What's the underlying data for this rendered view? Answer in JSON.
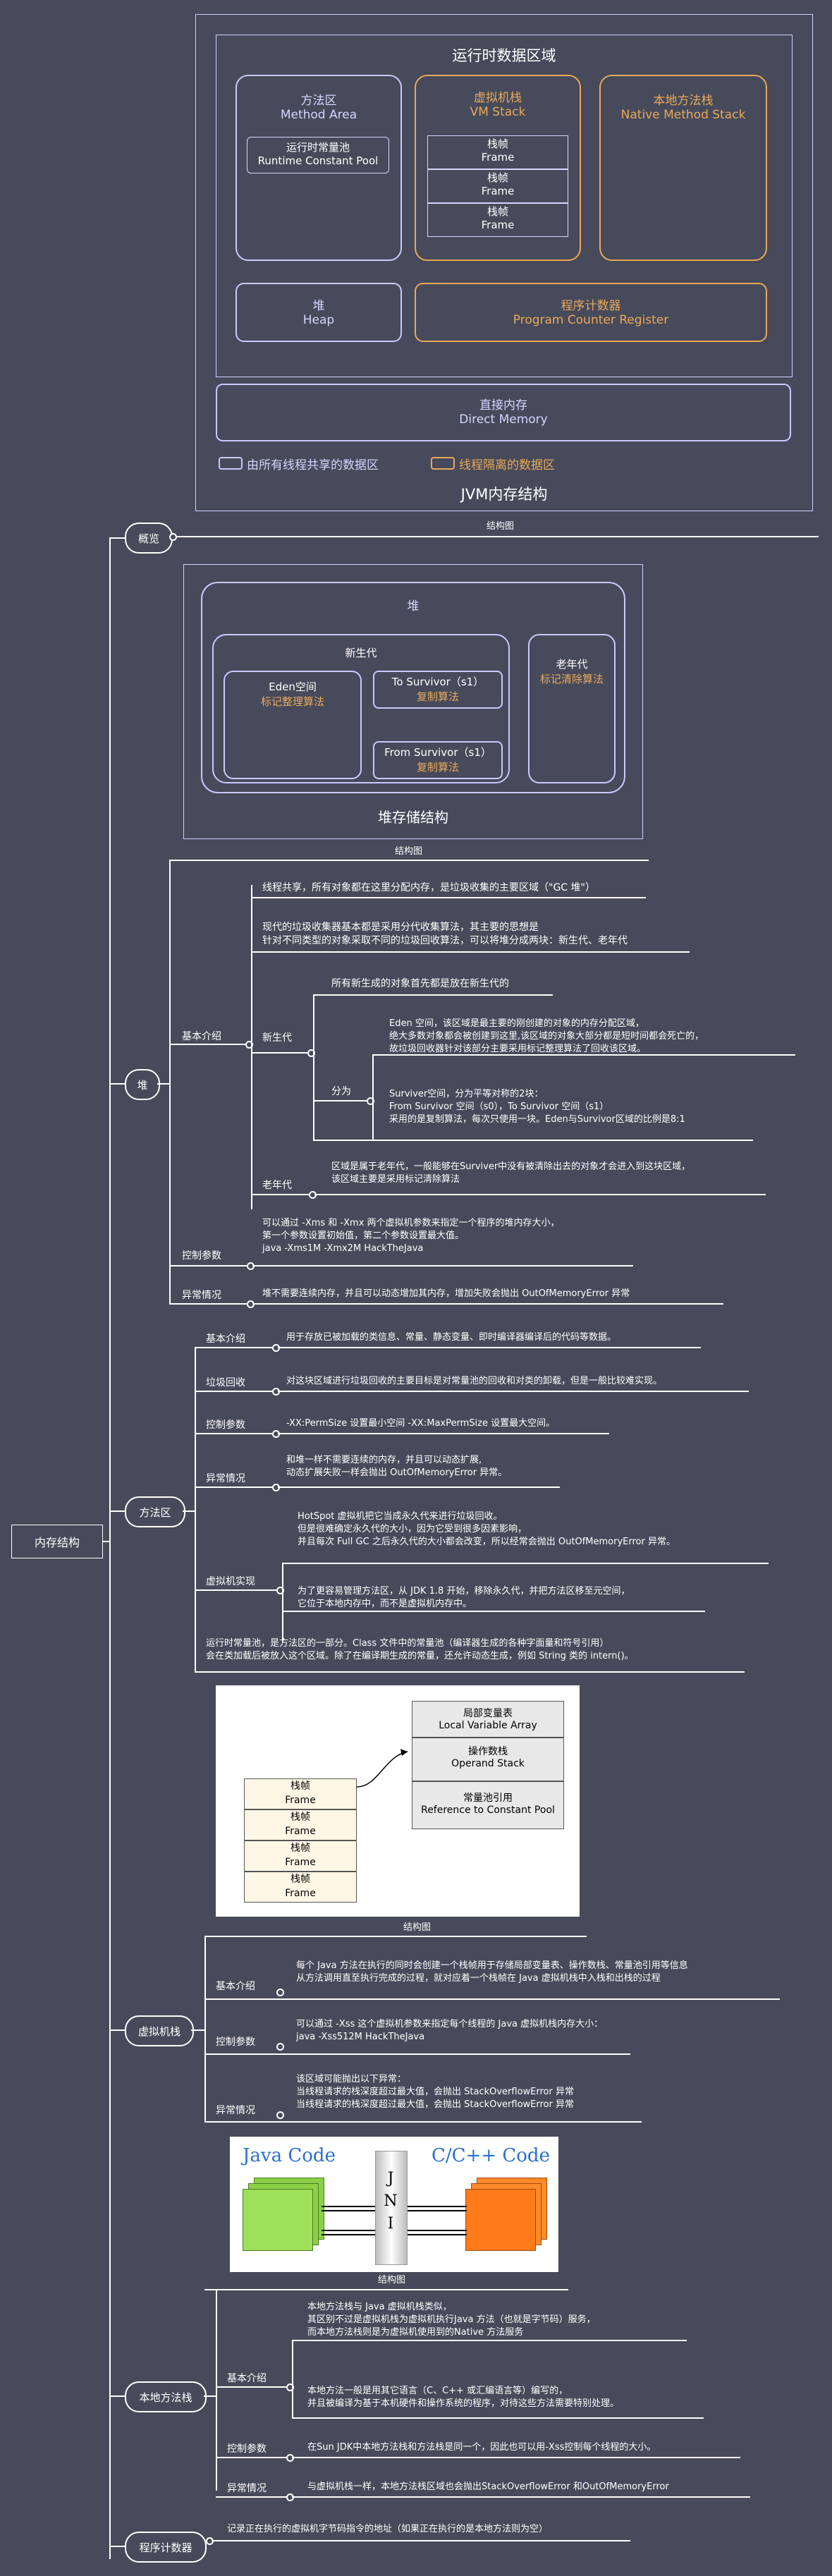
{
  "jvm_diagram": {
    "title": "运行时数据区域",
    "method_area": "方法区",
    "method_area_en": "Method Area",
    "runtime_constant_pool": "运行时常量池",
    "runtime_constant_pool_en": "Runtime Constant Pool",
    "vm_stack": "虚拟机栈",
    "vm_stack_en": "VM Stack",
    "frame_cn": "栈帧",
    "frame_en": "Frame",
    "native_stack": "本地方法栈",
    "native_stack_en": "Native Method Stack",
    "heap": "堆",
    "heap_en": "Heap",
    "pc": "程序计数器",
    "pc_en": "Program Counter Register",
    "direct_memory": "直接内存",
    "direct_memory_en": "Direct Memory",
    "legend_shared": "由所有线程共享的数据区",
    "legend_isolated": "线程隔离的数据区",
    "caption": "JVM内存结构"
  },
  "heap_diagram": {
    "heap": "堆",
    "young": "新生代",
    "eden": "Eden空间",
    "eden_algo": "标记整理算法",
    "to_survivor": "To Survivor（s1）",
    "from_survivor": "From Survivor（s1）",
    "copy_algo": "复制算法",
    "old": "老年代",
    "old_algo": "标记清除算法",
    "caption": "堆存储结构"
  },
  "stack_diagram": {
    "frame_cn": "栈帧",
    "frame_en": "Frame",
    "local_var": "局部变量表",
    "local_var_en": "Local Variable Array",
    "operand": "操作数栈",
    "operand_en": "Operand Stack",
    "const_ref": "常量池引用",
    "const_ref_en": "Reference to Constant Pool"
  },
  "jni_diagram": {
    "java_code": "Java Code",
    "c_code": "C/C++ Code",
    "jni": "J\nN\nI"
  },
  "tree": {
    "root": "内存结构",
    "overview": "概览",
    "heap": "堆",
    "method_area": "方法区",
    "vm_stack": "虚拟机栈",
    "native_stack": "本地方法栈",
    "pc": "程序计数器",
    "struct_label": "结构图",
    "basic_intro": "基本介绍",
    "control_params": "控制参数",
    "exception": "异常情况",
    "gc": "垃圾回收",
    "vm_impl": "虚拟机实现",
    "young": "新生代",
    "old": "老年代",
    "split": "分为"
  },
  "texts": {
    "heap_1": "线程共享，所有对象都在这里分配内存，是垃圾收集的主要区域（\"GC 堆\"）",
    "heap_2": "现代的垃圾收集器基本都是采用分代收集算法，其主要的思想是\n针对不同类型的对象采取不同的垃圾回收算法，可以将堆分成两块：新生代、老年代",
    "young_1": "所有新生成的对象首先都是放在新生代的",
    "eden": "Eden 空间，该区域是最主要的刚创建的对象的内存分配区域，\n绝大多数对象都会被创建到这里,该区域的对象大部分都是短时间都会死亡的，\n故垃圾回收器针对该部分主要采用标记整理算法了回收该区域。",
    "survivor": "Surviver空间，分为平等对称的2块：\nFrom Survivor 空间（s0），To Survivor 空间（s1）\n采用的是复制算法，每次只使用一块。Eden与Survivor区域的比例是8:1",
    "old": "区域是属于老年代，一般能够在Surviver中没有被清除出去的对象才会进入到这块区域，\n该区域主要是采用标记清除算法",
    "heap_params": "可以通过 -Xms 和 -Xmx 两个虚拟机参数来指定一个程序的堆内存大小，\n第一个参数设置初始值，第二个参数设置最大值。\njava -Xms1M -Xmx2M HackTheJava",
    "heap_exc": "堆不需要连续内存，并且可以动态增加其内存，增加失败会抛出 OutOfMemoryError 异常",
    "ma_intro": "用于存放已被加载的类信息、常量、静态变量、即时编译器编译后的代码等数据。",
    "ma_gc": "对这块区域进行垃圾回收的主要目标是对常量池的回收和对类的卸载，但是一般比较难实现。",
    "ma_params": "-XX:PermSize 设置最小空间 -XX:MaxPermSize 设置最大空间。",
    "ma_exc": "和堆一样不需要连续的内存，并且可以动态扩展,\n动态扩展失败一样会抛出 OutOfMemoryError 异常。",
    "ma_impl_1": "HotSpot 虚拟机把它当成永久代来进行垃圾回收。\n但是很难确定永久代的大小，因为它受到很多因素影响，\n并且每次 Full GC 之后永久代的大小都会改变，所以经常会抛出 OutOfMemoryError 异常。",
    "ma_impl_2": "为了更容易管理方法区，从 JDK 1.8 开始，移除永久代，并把方法区移至元空间，\n它位于本地内存中，而不是虚拟机内存中。",
    "ma_rcp": "运行时常量池，是方法区的一部分。Class 文件中的常量池（编译器生成的各种字面量和符号引用）\n会在类加载后被放入这个区域。除了在编译期生成的常量，还允许动态生成，例如 String 类的 intern()。",
    "vs_intro": "每个 Java 方法在执行的同时会创建一个栈帧用于存储局部变量表、操作数栈、常量池引用等信息\n从方法调用直至执行完成的过程，就对应着一个栈帧在 Java 虚拟机栈中入栈和出栈的过程",
    "vs_params": "可以通过 -Xss 这个虚拟机参数来指定每个线程的 Java 虚拟机栈内存大小：\njava -Xss512M HackTheJava",
    "vs_exc": "该区域可能抛出以下异常：\n当线程请求的栈深度超过最大值，会抛出 StackOverflowError 异常\n当线程请求的栈深度超过最大值，会抛出 StackOverflowError 异常",
    "ns_intro_1": "本地方法栈与 Java 虚拟机栈类似，\n其区别不过是虚拟机栈为虚拟机执行Java 方法（也就是字节码）服务，\n而本地方法栈则是为虚拟机使用到的Native 方法服务",
    "ns_intro_2": "本地方法一般是用其它语言（C、C++ 或汇编语言等）编写的，\n并且被编译为基于本机硬件和操作系统的程序，对待这些方法需要特别处理。",
    "ns_params": "在Sun JDK中本地方法栈和方法栈是同一个，因此也可以用-Xss控制每个线程的大小。",
    "ns_exc": "与虚拟机栈一样，本地方法栈区域也会抛出StackOverflowError 和OutOfMemoryError",
    "pc_text": "记录正在执行的虚拟机字节码指令的地址（如果正在执行的是本地方法则为空）"
  }
}
